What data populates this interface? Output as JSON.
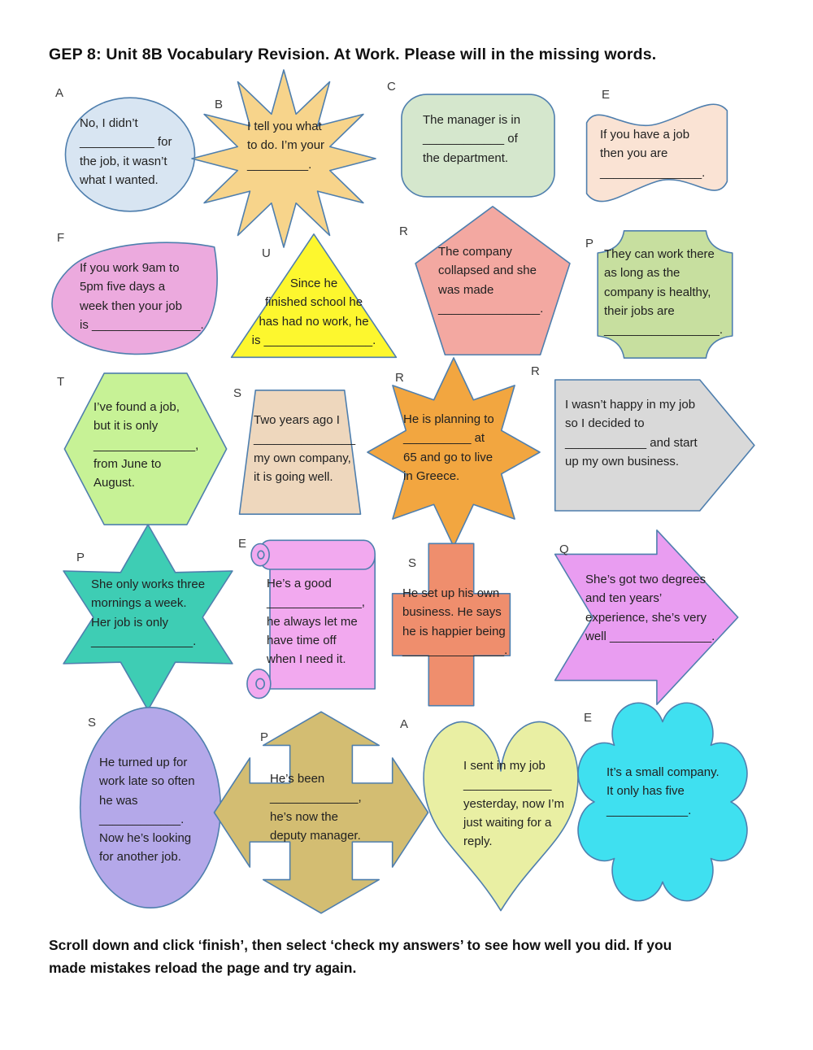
{
  "title": "GEP 8: Unit 8B Vocabulary Revision. At Work.  Please will in the missing words.",
  "footer": "Scroll down and click ‘finish’, then select ‘check my answers’ to see how well you did.  If you\nmade mistakes reload the page and try again.",
  "theme": {
    "outline": "#4f7fae",
    "ink": "#212121"
  },
  "shapes": [
    {
      "letter": "A",
      "fill": "#d8e5f2",
      "text": "No, I didn’t\n___________ for\nthe job, it wasn’t\nwhat I wanted."
    },
    {
      "letter": "B",
      "fill": "#f7d48b",
      "text": "I tell you what\nto do. I’m your\n_________."
    },
    {
      "letter": "C",
      "fill": "#d5e7cd",
      "text": "The manager is in\n____________ of\nthe department."
    },
    {
      "letter": "E",
      "fill": "#fae3d4",
      "text": "If you have a job\nthen you are\n_______________."
    },
    {
      "letter": "F",
      "fill": "#ecaade",
      "text": "If you work 9am to\n5pm five days a\nweek then your job\nis ________________."
    },
    {
      "letter": "U",
      "fill": "#fdf72e",
      "text": "Since he\nfinished school he\nhas had no work, he\nis ________________."
    },
    {
      "letter": "R",
      "fill": "#f3a8a1",
      "text": "The company\ncollapsed and she\nwas made\n_______________."
    },
    {
      "letter": "P",
      "fill": "#c7df9f",
      "text": "They can work there\nas long as the\ncompany is healthy,\ntheir jobs are\n_________________."
    },
    {
      "letter": "T",
      "fill": "#c7f296",
      "text": "I’ve found a job,\nbut it is only\n_______________,\nfrom June to\nAugust."
    },
    {
      "letter": "S",
      "fill": "#eed7bd",
      "text": "Two years ago I\n_______________\nmy own company,\nit is going well."
    },
    {
      "letter": "R",
      "fill": "#f2a640",
      "text": "He is planning to\n__________ at\n65 and go to live\nin Greece."
    },
    {
      "letter": "R",
      "fill": "#d9d9d9",
      "text": "I wasn’t happy in my job\nso I decided to\n____________ and start\nup my own business."
    },
    {
      "letter": "P",
      "fill": "#3ecdb4",
      "text": "She only works three\nmornings a week.\nHer job is only\n_______________."
    },
    {
      "letter": "E",
      "fill": "#f2a9ef",
      "text": "He’s a good\n______________,\nhe always let me\nhave time off\nwhen I need it."
    },
    {
      "letter": "S",
      "fill": "#ef8e6d",
      "text": "He set up his own\nbusiness. He says\nhe is happier being\n_______________."
    },
    {
      "letter": "Q",
      "fill": "#e99df1",
      "text": "She’s got two degrees\nand ten years’\nexperience, she’s very\nwell _______________."
    },
    {
      "letter": "S",
      "fill": "#b4a8e9",
      "text": "He turned up for\nwork late so often\nhe was\n____________.\nNow he’s looking\nfor another job."
    },
    {
      "letter": "P",
      "fill": "#d3bd72",
      "text": "He’s been\n_____________,\nhe’s now the\ndeputy manager."
    },
    {
      "letter": "A",
      "fill": "#e9efa3",
      "text": "I sent in my job\n_____________\nyesterday, now I’m\njust waiting for a\nreply."
    },
    {
      "letter": "E",
      "fill": "#3fe0f0",
      "text": "It’s a small company.\nIt only has five\n____________."
    }
  ]
}
